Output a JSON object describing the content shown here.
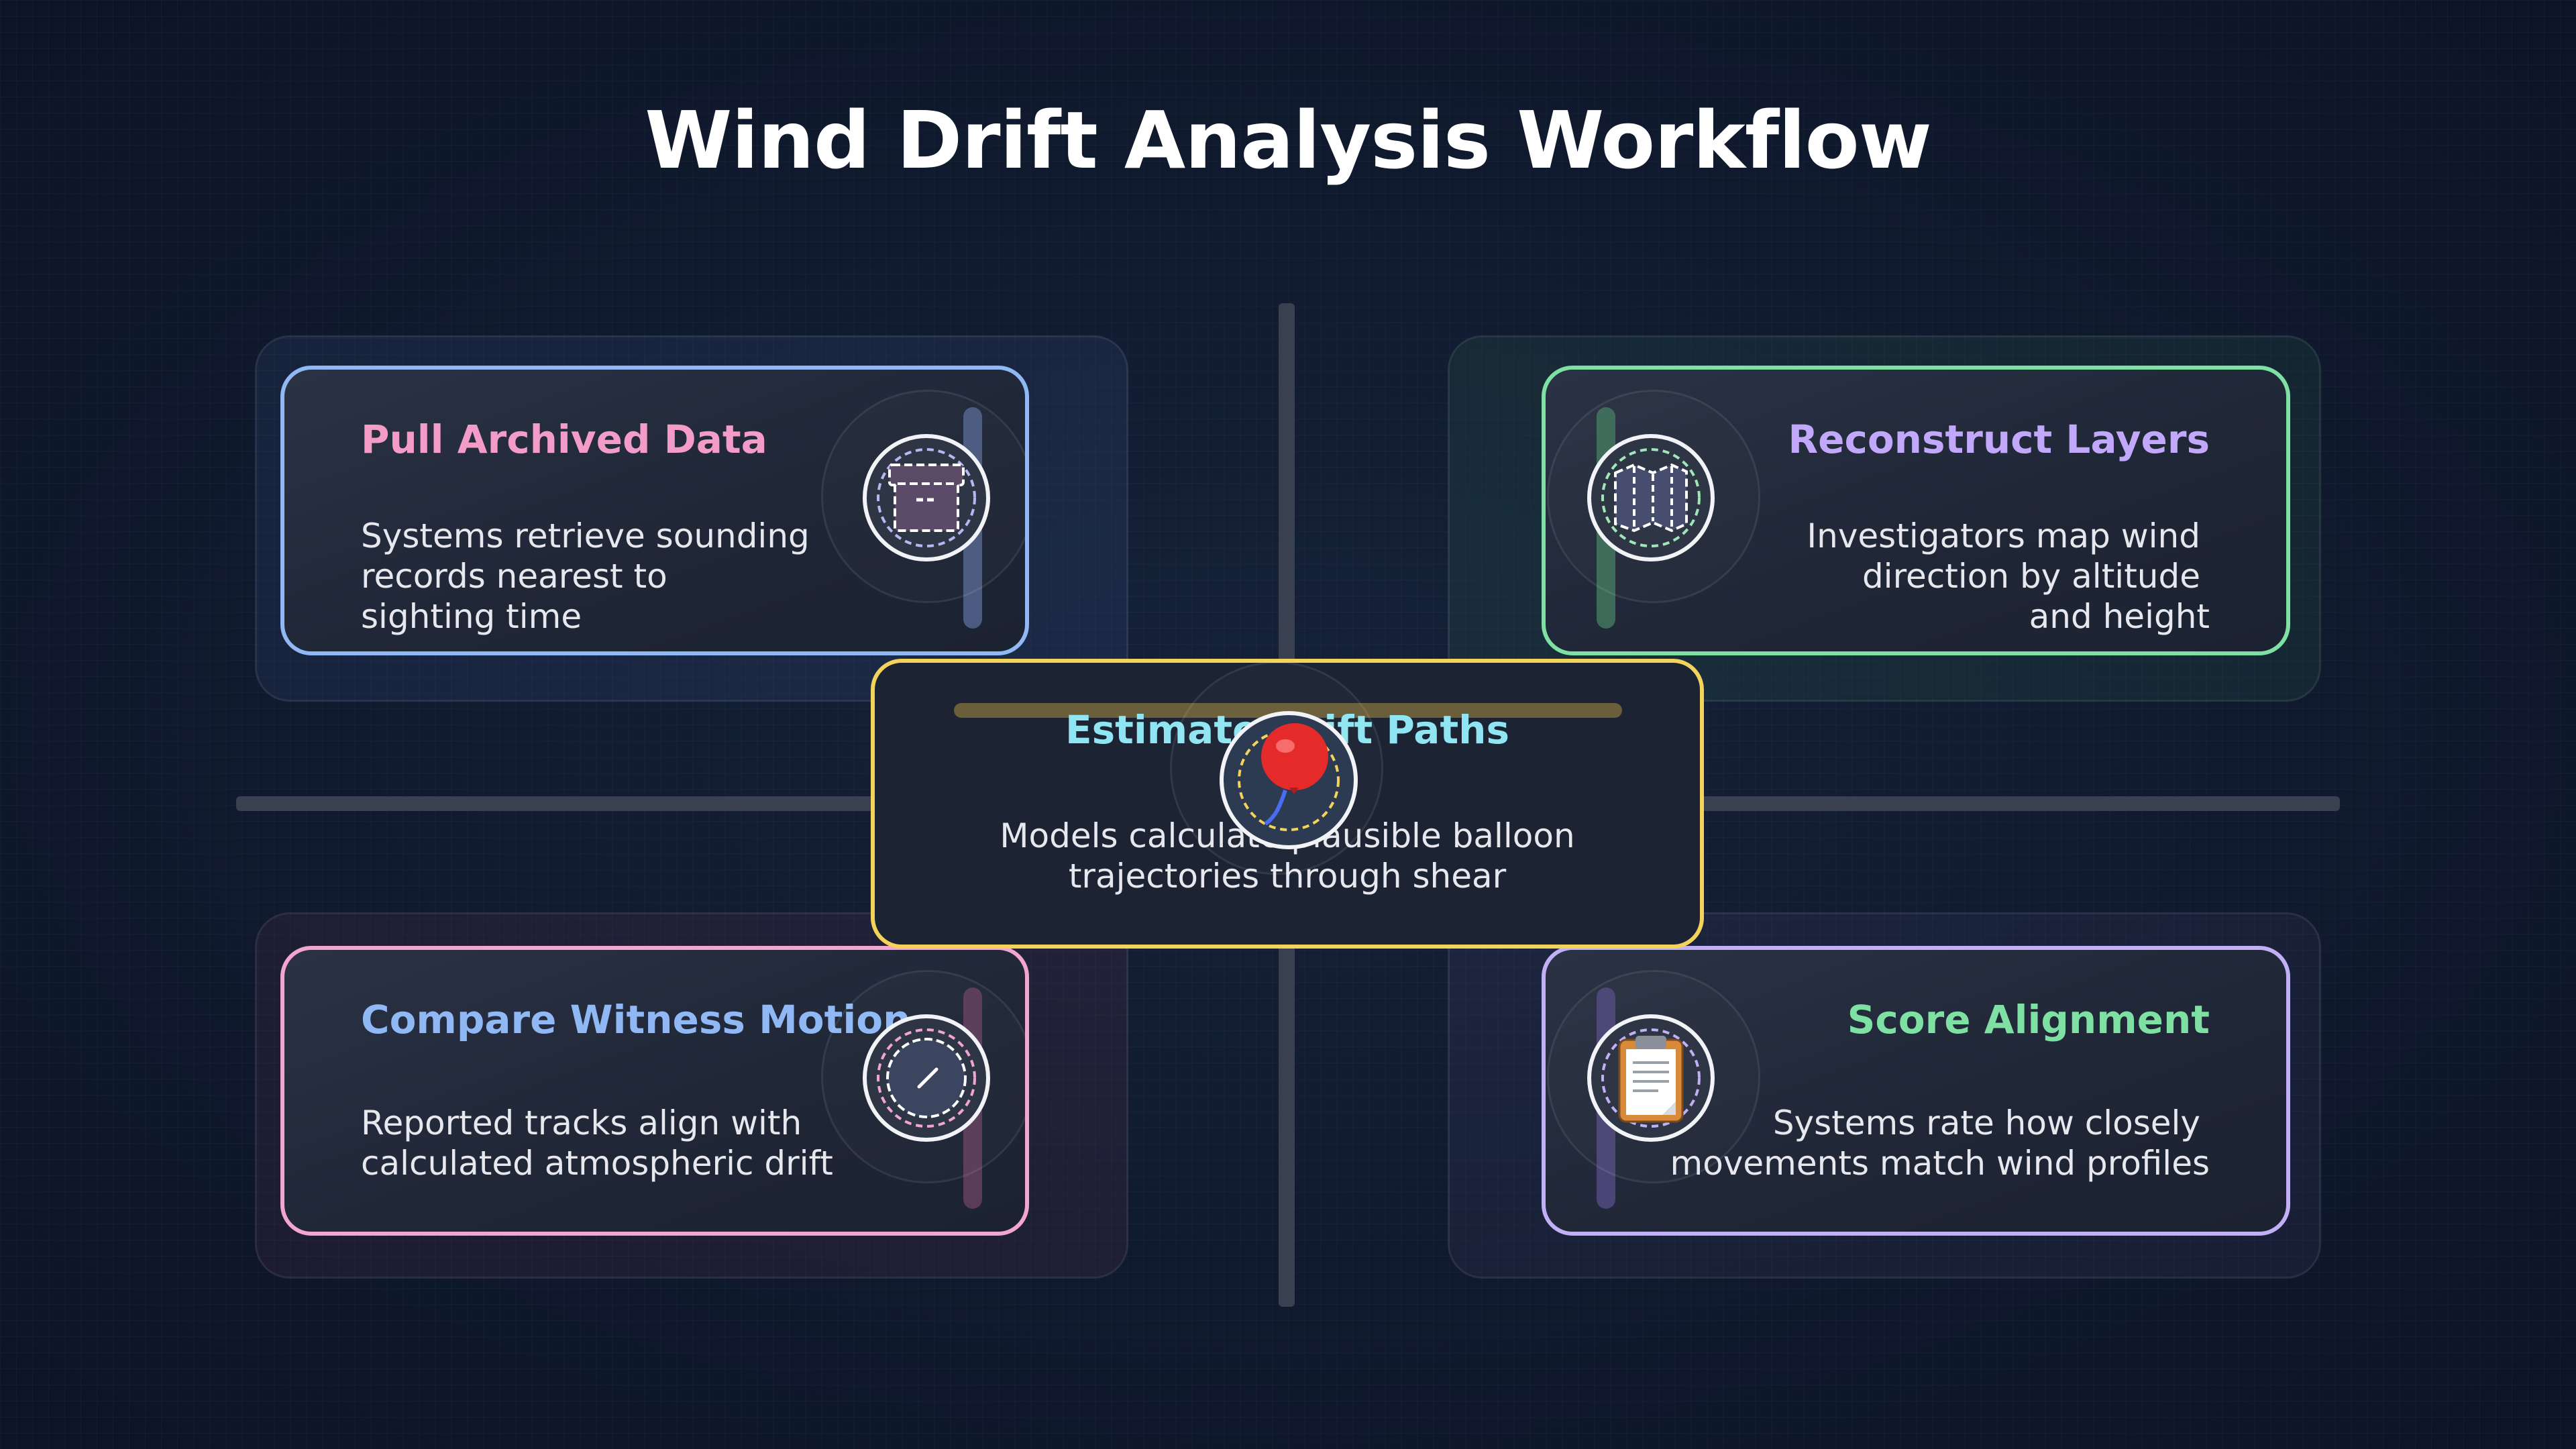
{
  "title": "Wind Drift Analysis Workflow",
  "steps": [
    {
      "title": "Pull Archived Data",
      "desc": [
        "Systems retrieve sounding",
        "records nearest to",
        "sighting time"
      ],
      "icon": "archive-box-icon",
      "border": "#8fb8f5",
      "title_color": "#f49cc8"
    },
    {
      "title": "Reconstruct Layers",
      "desc": [
        "Investigators map wind",
        "direction by altitude",
        "and height"
      ],
      "icon": "layered-map-icon",
      "border": "#7fe0a4",
      "title_color": "#c2a8fb"
    },
    {
      "title": "Estimate Drift Paths",
      "desc": [
        "Models calculate plausible balloon",
        "trajectories through shear"
      ],
      "icon": "balloon-icon",
      "border": "#f3d35a",
      "title_color": "#8fe6f2"
    },
    {
      "title": "Compare Witness Motion",
      "desc": [
        "Reported tracks align with",
        "calculated atmospheric drift"
      ],
      "icon": "compass-dial-icon",
      "border": "#f2a6cf",
      "title_color": "#8fb8f5"
    },
    {
      "title": "Score Alignment",
      "desc": [
        "Systems rate how closely",
        "movements match wind profiles"
      ],
      "icon": "clipboard-icon",
      "border": "#c2b0f6",
      "title_color": "#7fe0a4"
    }
  ]
}
